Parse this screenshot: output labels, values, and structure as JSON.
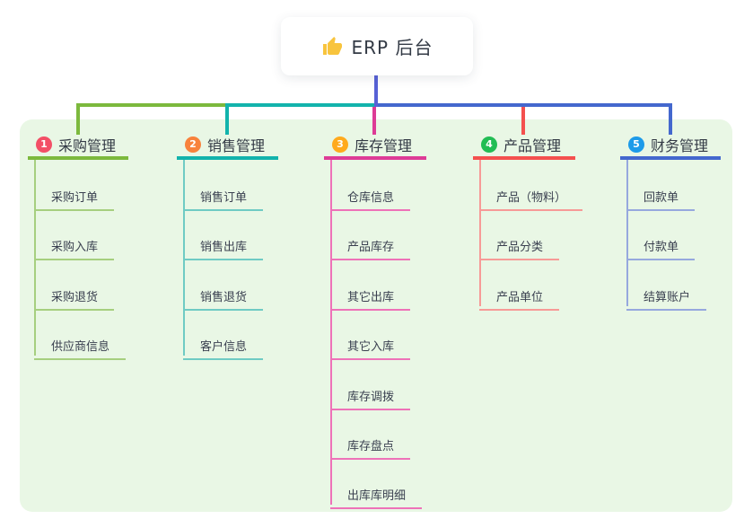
{
  "root": {
    "label": "ERP 后台",
    "icon": "thumbs-up-icon",
    "icon_color": "#F8C43D",
    "stem_color": "#5761D6"
  },
  "colors": {
    "page_bg": "#ffffff",
    "panel_bg": "#E9F7E5",
    "root_text": "#333A45",
    "topic_text": "#333A45",
    "child_text": "#3A4050"
  },
  "branches": [
    {
      "label": "采购管理",
      "badge": "1",
      "badge_color": "#F34F66",
      "line_color": "#7CB93D",
      "light_color": "#A6CF7F",
      "children": [
        "采购订单",
        "采购入库",
        "采购退货",
        "供应商信息"
      ]
    },
    {
      "label": "销售管理",
      "badge": "2",
      "badge_color": "#F8823C",
      "line_color": "#12B3AC",
      "light_color": "#6FCBC4",
      "children": [
        "销售订单",
        "销售出库",
        "销售退货",
        "客户信息"
      ]
    },
    {
      "label": "库存管理",
      "badge": "3",
      "badge_color": "#FFAA1D",
      "line_color": "#DD3B96",
      "light_color": "#EE72B8",
      "children": [
        "仓库信息",
        "产品库存",
        "其它出库",
        "其它入库",
        "库存调拨",
        "库存盘点",
        "出库库明细"
      ]
    },
    {
      "label": "产品管理",
      "badge": "4",
      "badge_color": "#22BD54",
      "line_color": "#F4504E",
      "light_color": "#F79A97",
      "children": [
        "产品（物料）",
        "产品分类",
        "产品单位"
      ]
    },
    {
      "label": "财务管理",
      "badge": "5",
      "badge_color": "#1D9BE9",
      "line_color": "#4468CE",
      "light_color": "#96A8DE",
      "children": [
        "回款单",
        "付款单",
        "结算账户"
      ]
    }
  ]
}
